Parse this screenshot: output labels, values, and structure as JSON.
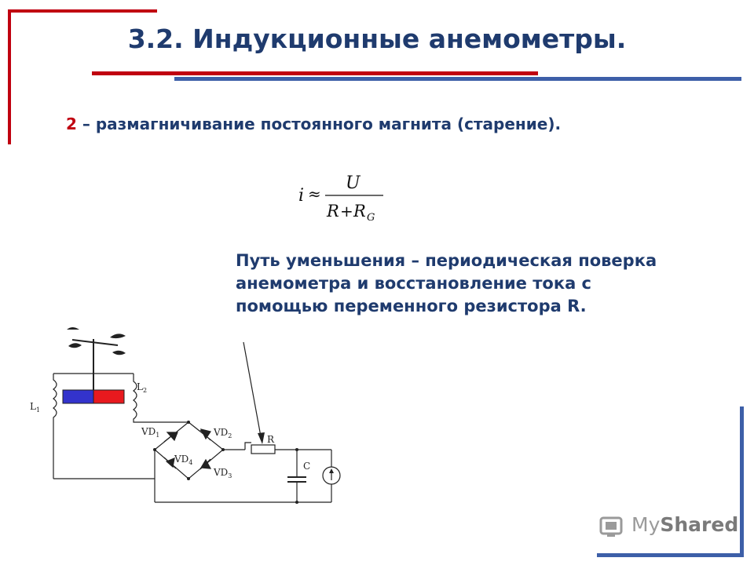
{
  "slide": {
    "title": "3.2. Индукционные анемометры.",
    "subtitle_num": "2",
    "subtitle_rest": " – размагничивание постоянного магнита (старение).",
    "note": "Путь уменьшения – периодическая поверка анемометра и восстановление тока с помощью переменного резистора R.",
    "formula": {
      "lhs": "i",
      "rel": "≈",
      "numerator": "U",
      "denominator_R": "R",
      "plus": "+",
      "denominator_RG": "R",
      "sub_G": "G"
    }
  },
  "circuit": {
    "labels": {
      "L1": "L",
      "L1_sub": "1",
      "L2": "L",
      "L2_sub": "2",
      "VD": "VD",
      "VD1_sub": "1",
      "VD2_sub": "2",
      "VD3_sub": "3",
      "VD4_sub": "4",
      "R": "R",
      "C": "C"
    }
  },
  "watermark": {
    "text_my": "My",
    "text_shared": "Shared"
  },
  "colors": {
    "title": "#1f3b6e",
    "accent_red": "#c00010",
    "accent_blue": "#3d5fa8",
    "magnet_blue": "#3333cc",
    "magnet_red": "#e8191e"
  }
}
